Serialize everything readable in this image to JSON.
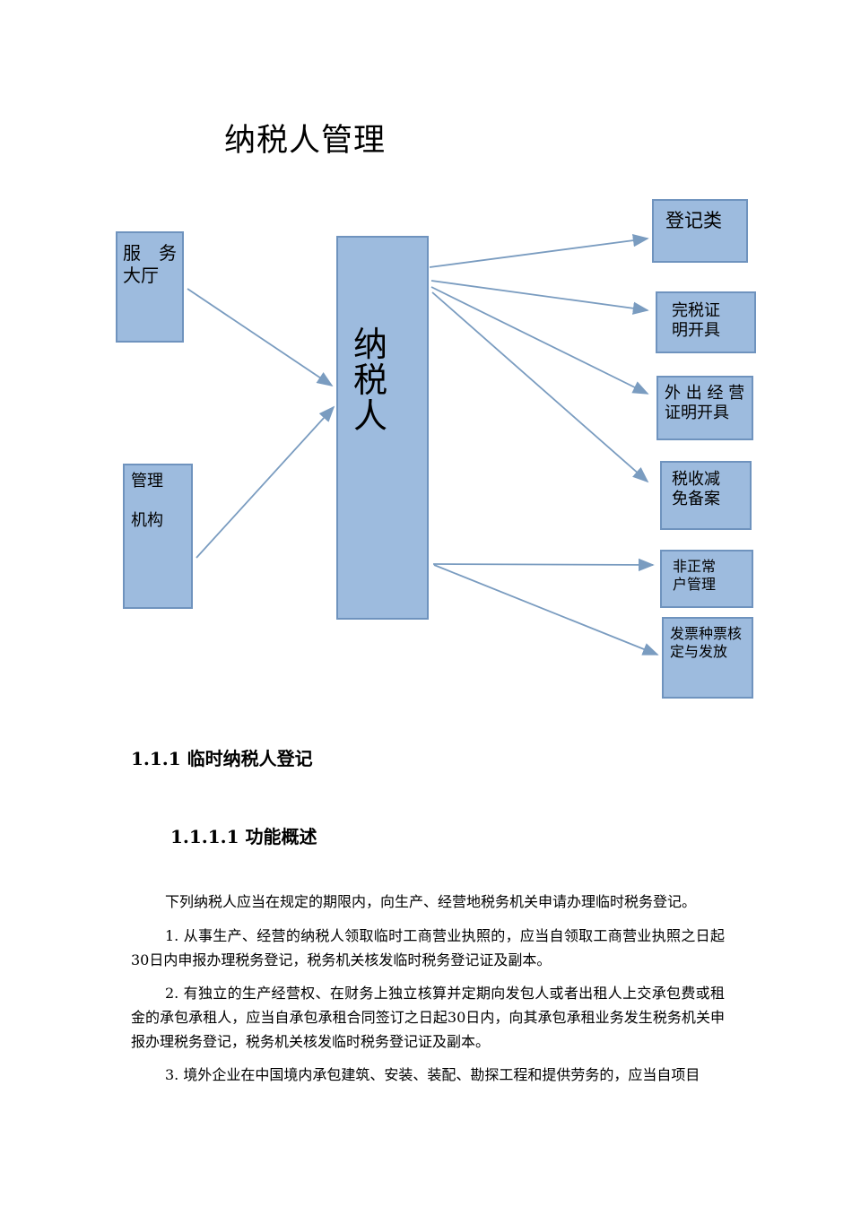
{
  "title": "纳税人管理",
  "diagram": {
    "left_boxes": [
      {
        "label": "服　务大厅"
      },
      {
        "label": "管理\n\n机构"
      }
    ],
    "center_box": {
      "label": "纳税人"
    },
    "right_boxes": [
      {
        "label": "登记类"
      },
      {
        "label": "完税证明开具"
      },
      {
        "label": "外 出 经 营证明开具"
      },
      {
        "label": "税收减免备案"
      },
      {
        "label": "非正常户管理"
      },
      {
        "label": "发票种票核定与发放"
      }
    ]
  },
  "section": {
    "heading": "1.1.1  临时纳税人登记",
    "subheading": "1.1.1.1   功能概述",
    "paragraphs": [
      "下列纳税人应当在规定的期限内，向生产、经营地税务机关申请办理临时税务登记。",
      "1. 从事生产、经营的纳税人领取临时工商营业执照的，应当自领取工商营业执照之日起30日内申报办理税务登记，税务机关核发临时税务登记证及副本。",
      "2. 有独立的生产经营权、在财务上独立核算并定期向发包人或者出租人上交承包费或租金的承包承租人，应当自承包承租合同签订之日起30日内，向其承包承租业务发生税务机关申报办理税务登记，税务机关核发临时税务登记证及副本。",
      "3. 境外企业在中国境内承包建筑、安装、装配、勘探工程和提供劳务的，应当自项目"
    ]
  },
  "colors": {
    "box_fill": "#9dbbde",
    "box_border": "#6f93be",
    "arrow": "#7a9cc0"
  }
}
